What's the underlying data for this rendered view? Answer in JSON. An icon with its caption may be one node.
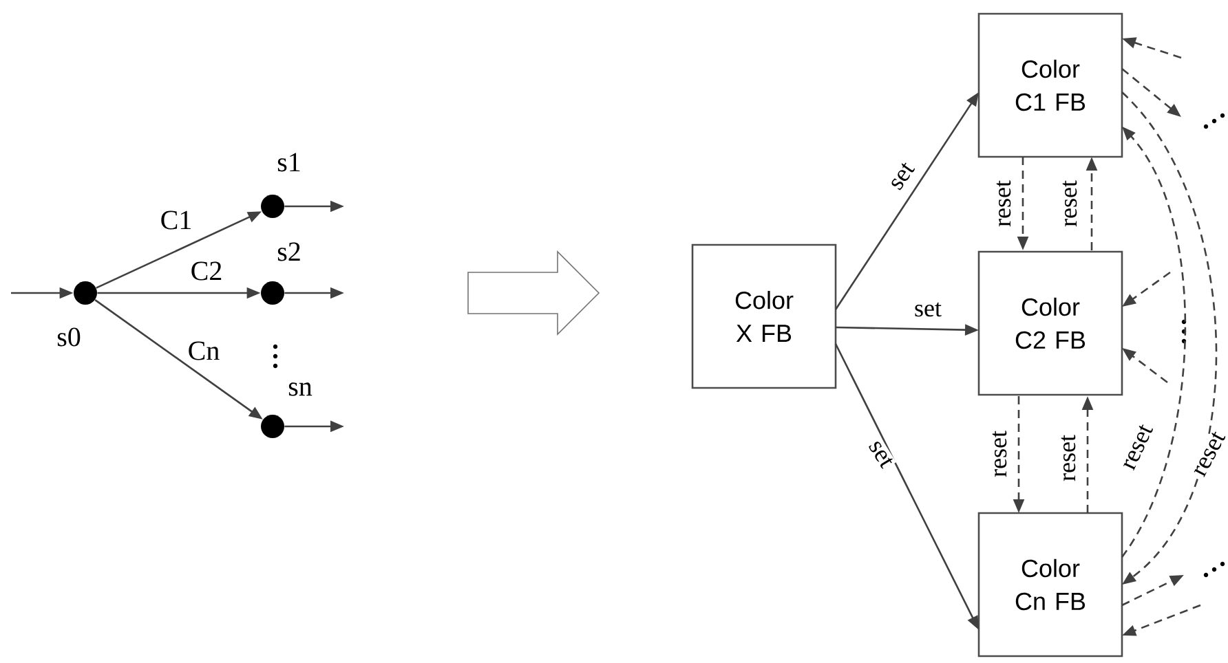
{
  "diagram": {
    "nodes": [
      {
        "text": [],
        "shape": "circle",
        "beside": [
          "s0"
        ]
      },
      {
        "text": [],
        "shape": "circle",
        "beside": [
          "s1"
        ]
      },
      {
        "text": [],
        "shape": "circle",
        "beside": [
          "s2"
        ]
      },
      {
        "text": [],
        "shape": "circle",
        "beside": [
          "sn"
        ]
      },
      {
        "text": [
          "Color X FB"
        ]
      },
      {
        "text": [
          "Color C1 FB"
        ]
      },
      {
        "text": [
          "Color C2 FB"
        ]
      },
      {
        "text": [
          "Color Cn FB"
        ]
      }
    ],
    "edges": [
      {
        "from": null,
        "to": 0,
        "arrow": "to"
      },
      {
        "from": 0,
        "to": 1,
        "arrow": "to",
        "label": "C1"
      },
      {
        "from": 0,
        "to": 2,
        "arrow": "to",
        "label": "C2"
      },
      {
        "from": 0,
        "to": 3,
        "arrow": "to",
        "label": "Cn"
      },
      {
        "from": 1,
        "to": null,
        "arrow": "to"
      },
      {
        "from": 2,
        "to": null,
        "arrow": "to"
      },
      {
        "from": 3,
        "to": null,
        "arrow": "to"
      },
      {
        "from": 4,
        "to": 5,
        "arrow": "to",
        "label": "set"
      },
      {
        "from": 4,
        "to": 6,
        "arrow": "to",
        "label": "set"
      },
      {
        "from": 4,
        "to": 7,
        "arrow": "to",
        "label": "set"
      },
      {
        "from": 5,
        "to": 6,
        "arrow": "to",
        "label": "reset",
        "style": "dashed"
      },
      {
        "from": 6,
        "to": 5,
        "arrow": "to",
        "label": "reset",
        "style": "dashed"
      },
      {
        "from": 6,
        "to": 7,
        "arrow": "to",
        "label": "reset",
        "style": "dashed"
      },
      {
        "from": 7,
        "to": 6,
        "arrow": "to",
        "label": "reset",
        "style": "dashed"
      },
      {
        "from": 7,
        "to": 5,
        "arrow": "to",
        "label": "reset",
        "style": "dashed"
      },
      {
        "from": 5,
        "to": 7,
        "arrow": "to",
        "label": "reset",
        "style": "dashed"
      },
      {
        "from": null,
        "to": 5,
        "arrow": "to",
        "style": "dashed"
      },
      {
        "from": 5,
        "to": null,
        "arrow": "to",
        "style": "dashed"
      },
      {
        "from": null,
        "to": 6,
        "arrow": "to",
        "style": "dashed"
      },
      {
        "from": null,
        "to": 6,
        "arrow": "to",
        "style": "dashed"
      },
      {
        "from": 7,
        "to": null,
        "arrow": "to",
        "style": "dashed"
      },
      {
        "from": null,
        "to": 7,
        "arrow": "to",
        "style": "dashed"
      }
    ]
  }
}
